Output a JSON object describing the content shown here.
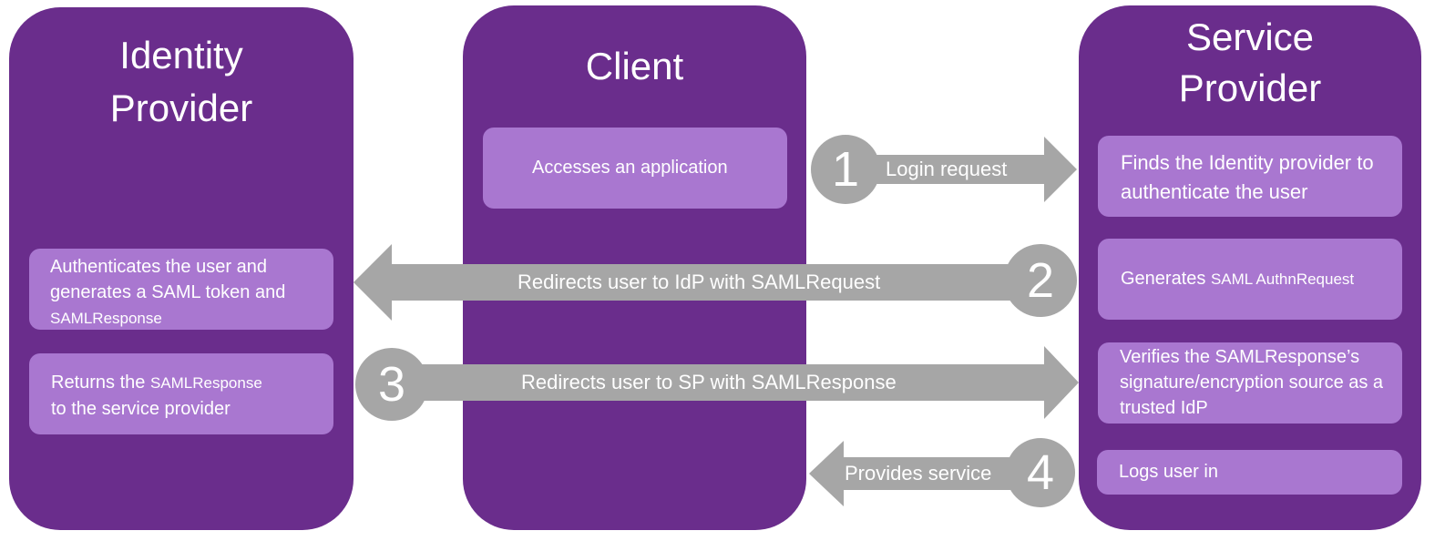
{
  "idp": {
    "title_line1": "Identity",
    "title_line2": "Provider",
    "box1": {
      "text": "Authenticates the user and generates a SAML token and",
      "small": "SAMLResponse"
    },
    "box2": {
      "pre": "Returns the",
      "small": "SAMLResponse",
      "post": "to the service provider"
    }
  },
  "client": {
    "title": "Client",
    "box1": "Accesses an application"
  },
  "sp": {
    "title_line1": "Service",
    "title_line2": "Provider",
    "box1": "Finds the Identity provider to authenticate the user",
    "box2": {
      "pre": "Generates",
      "small": "SAML AuthnRequest"
    },
    "box3": "Verifies the SAMLResponse’s signature/encryption source as a trusted IdP",
    "box4": "Logs user in"
  },
  "arrows": [
    {
      "step": "1",
      "label": "Login request"
    },
    {
      "step": "2",
      "label": "Redirects user to IdP with SAMLRequest"
    },
    {
      "step": "3",
      "label": "Redirects user to SP with SAMLResponse"
    },
    {
      "step": "4",
      "label": "Provides service"
    }
  ],
  "colors": {
    "panel": "#6a2d8c",
    "box": "#a977d0",
    "arrow": "#a6a6a6",
    "text": "#ffffff"
  }
}
